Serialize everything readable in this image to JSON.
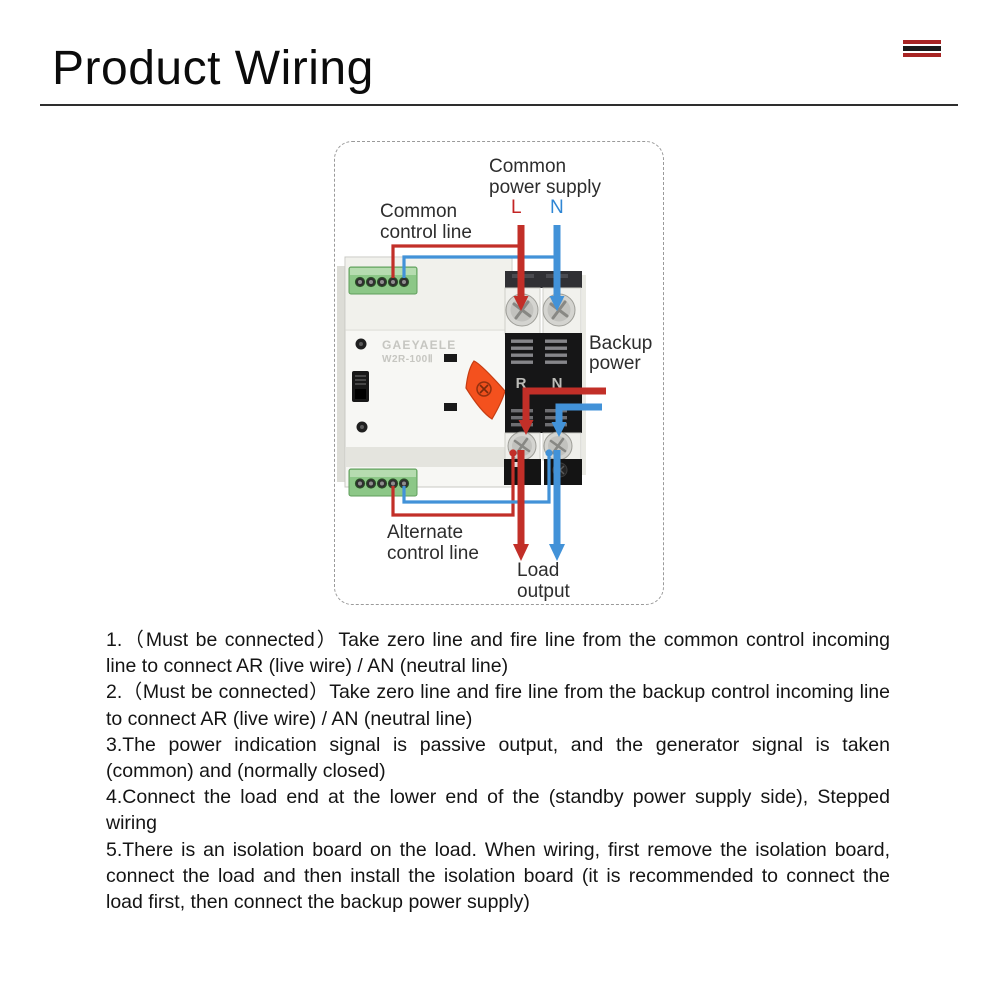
{
  "page": {
    "title": "Product Wiring"
  },
  "header": {
    "logo_icon": "triple-stripe-logo",
    "logo_stripe_colors": [
      "#a82524",
      "#1b1b1b",
      "#a82524"
    ]
  },
  "diagram": {
    "labels": {
      "common_power_supply": "Common power supply",
      "live": "L",
      "neutral": "N",
      "common_control_line": "Common control line",
      "backup_power": "Backup power",
      "alternate_control_line": "Alternate control line",
      "load_output": "Load output"
    },
    "device": {
      "brand": "GAEYAELE",
      "model": "W2R-100Ⅱ",
      "pole_r": "R",
      "pole_n": "N"
    },
    "colors": {
      "live_wire": "#c22f28",
      "neutral_wire": "#4292d8",
      "live_label": "#c32424",
      "neutral_label": "#2f86d4",
      "switch_handle": "#f4511e",
      "terminal_block_green": "#8cc787",
      "breaker_body_black": "#161617"
    }
  },
  "instructions": [
    "1.（Must be connected）Take zero line and fire line from the common control incoming line to connect AR (live wire) / AN (neutral line)",
    "2.（Must be connected）Take zero line and fire line from the backup control incoming line to connect AR (live wire) / AN (neutral line)",
    "3.The power indication signal is passive output, and the generator signal is taken (common) and (normally closed)",
    "4.Connect the load end at the lower end of the (standby power supply side), Stepped wiring",
    "5.There is an isolation board on the load. When wiring, first remove the isolation board, connect the load and then install the isolation board (it is recommended to connect the load first, then connect the backup power supply)"
  ]
}
